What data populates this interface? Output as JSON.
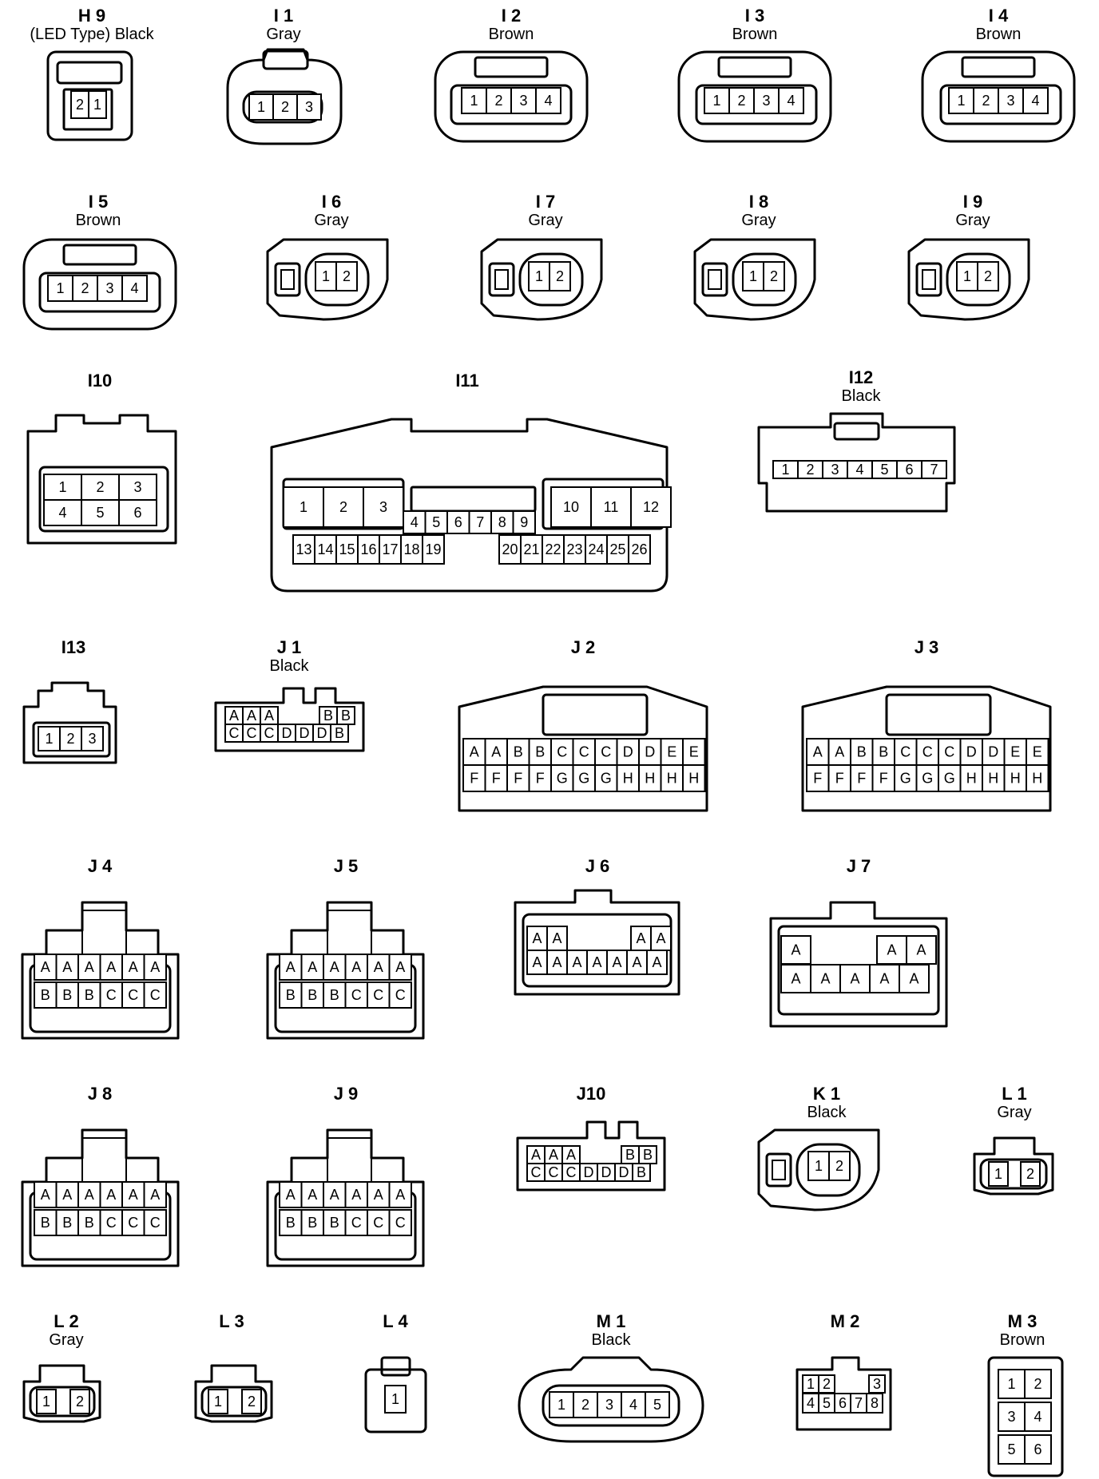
{
  "connectors": [
    {
      "code": "H 9",
      "color": "(LED Type)  Black",
      "pins": [
        [
          "2",
          "1"
        ]
      ]
    },
    {
      "code": "I 1",
      "color": "Gray",
      "pins": [
        [
          "1",
          "2",
          "3"
        ]
      ]
    },
    {
      "code": "I 2",
      "color": "Brown",
      "pins": [
        [
          "1",
          "2",
          "3",
          "4"
        ]
      ]
    },
    {
      "code": "I 3",
      "color": "Brown",
      "pins": [
        [
          "1",
          "2",
          "3",
          "4"
        ]
      ]
    },
    {
      "code": "I 4",
      "color": "Brown",
      "pins": [
        [
          "1",
          "2",
          "3",
          "4"
        ]
      ]
    },
    {
      "code": "I 5",
      "color": "Brown",
      "pins": [
        [
          "1",
          "2",
          "3",
          "4"
        ]
      ]
    },
    {
      "code": "I 6",
      "color": "Gray",
      "pins": [
        [
          "1",
          "2"
        ]
      ]
    },
    {
      "code": "I 7",
      "color": "Gray",
      "pins": [
        [
          "1",
          "2"
        ]
      ]
    },
    {
      "code": "I 8",
      "color": "Gray",
      "pins": [
        [
          "1",
          "2"
        ]
      ]
    },
    {
      "code": "I 9",
      "color": "Gray",
      "pins": [
        [
          "1",
          "2"
        ]
      ]
    },
    {
      "code": "I10",
      "color": "",
      "pins": [
        [
          "1",
          "2",
          "3"
        ],
        [
          "4",
          "5",
          "6"
        ]
      ]
    },
    {
      "code": "I11",
      "color": "",
      "pins": [
        [
          "1",
          "2",
          "3",
          "10",
          "11",
          "12"
        ],
        [
          "4",
          "5",
          "6",
          "7",
          "8",
          "9"
        ],
        [
          "13",
          "14",
          "15",
          "16",
          "17",
          "18",
          "19",
          "20",
          "21",
          "22",
          "23",
          "24",
          "25",
          "26"
        ]
      ]
    },
    {
      "code": "I12",
      "color": "Black",
      "pins": [
        [
          "1",
          "2",
          "3",
          "4",
          "5",
          "6",
          "7"
        ]
      ]
    },
    {
      "code": "I13",
      "color": "",
      "pins": [
        [
          "1",
          "2",
          "3"
        ]
      ]
    },
    {
      "code": "J 1",
      "color": "Black",
      "pins": [
        [
          "A",
          "A",
          "A",
          "B",
          "B"
        ],
        [
          "C",
          "C",
          "C",
          "D",
          "D",
          "D",
          "B"
        ]
      ]
    },
    {
      "code": "J 2",
      "color": "",
      "pins": [
        [
          "A",
          "A",
          "B",
          "B",
          "C",
          "C",
          "C",
          "D",
          "D",
          "E",
          "E"
        ],
        [
          "F",
          "F",
          "F",
          "F",
          "G",
          "G",
          "G",
          "H",
          "H",
          "H",
          "H"
        ]
      ]
    },
    {
      "code": "J 3",
      "color": "",
      "pins": [
        [
          "A",
          "A",
          "B",
          "B",
          "C",
          "C",
          "C",
          "D",
          "D",
          "E",
          "E"
        ],
        [
          "F",
          "F",
          "F",
          "F",
          "G",
          "G",
          "G",
          "H",
          "H",
          "H",
          "H"
        ]
      ]
    },
    {
      "code": "J 4",
      "color": "",
      "pins": [
        [
          "A",
          "A",
          "A",
          "A",
          "A",
          "A"
        ],
        [
          "B",
          "B",
          "B",
          "C",
          "C",
          "C"
        ]
      ]
    },
    {
      "code": "J 5",
      "color": "",
      "pins": [
        [
          "A",
          "A",
          "A",
          "A",
          "A",
          "A"
        ],
        [
          "B",
          "B",
          "B",
          "C",
          "C",
          "C"
        ]
      ]
    },
    {
      "code": "J 6",
      "color": "",
      "pins": [
        [
          "A",
          "A",
          "A",
          "A"
        ],
        [
          "A",
          "A",
          "A",
          "A",
          "A",
          "A",
          "A"
        ]
      ]
    },
    {
      "code": "J 7",
      "color": "",
      "pins": [
        [
          "A",
          "A",
          "A"
        ],
        [
          "A",
          "A",
          "A",
          "A",
          "A"
        ]
      ]
    },
    {
      "code": "J 8",
      "color": "",
      "pins": [
        [
          "A",
          "A",
          "A",
          "A",
          "A",
          "A"
        ],
        [
          "B",
          "B",
          "B",
          "C",
          "C",
          "C"
        ]
      ]
    },
    {
      "code": "J 9",
      "color": "",
      "pins": [
        [
          "A",
          "A",
          "A",
          "A",
          "A",
          "A"
        ],
        [
          "B",
          "B",
          "B",
          "C",
          "C",
          "C"
        ]
      ]
    },
    {
      "code": "J10",
      "color": "",
      "pins": [
        [
          "A",
          "A",
          "A",
          "B",
          "B"
        ],
        [
          "C",
          "C",
          "C",
          "D",
          "D",
          "D",
          "B"
        ]
      ]
    },
    {
      "code": "K 1",
      "color": "Black",
      "pins": [
        [
          "1",
          "2"
        ]
      ]
    },
    {
      "code": "L 1",
      "color": "Gray",
      "pins": [
        [
          "1",
          "2"
        ]
      ]
    },
    {
      "code": "L 2",
      "color": "Gray",
      "pins": [
        [
          "1",
          "2"
        ]
      ]
    },
    {
      "code": "L 3",
      "color": "",
      "pins": [
        [
          "1",
          "2"
        ]
      ]
    },
    {
      "code": "L 4",
      "color": "",
      "pins": [
        [
          "1"
        ]
      ]
    },
    {
      "code": "M 1",
      "color": "Black",
      "pins": [
        [
          "1",
          "2",
          "3",
          "4",
          "5"
        ]
      ]
    },
    {
      "code": "M 2",
      "color": "",
      "pins": [
        [
          "1",
          "2",
          "3"
        ],
        [
          "4",
          "5",
          "6",
          "7",
          "8"
        ]
      ]
    },
    {
      "code": "M 3",
      "color": "Brown",
      "pins": [
        [
          "1",
          "2"
        ],
        [
          "3",
          "4"
        ],
        [
          "5",
          "6"
        ]
      ]
    }
  ]
}
